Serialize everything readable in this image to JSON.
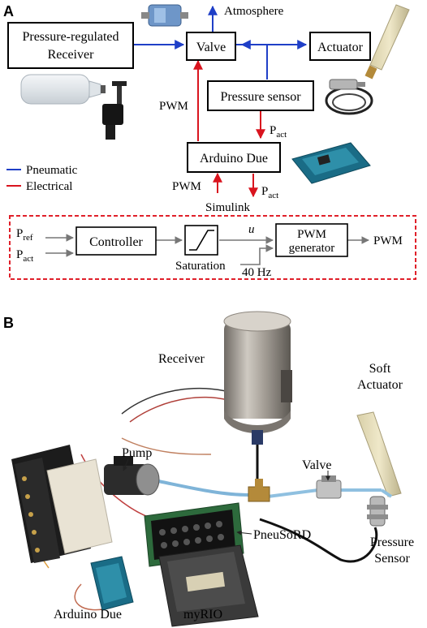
{
  "panel_a": {
    "label": "A",
    "boxes": {
      "receiver_line1": "Pressure-regulated",
      "receiver_line2": "Receiver",
      "valve": "Valve",
      "actuator": "Actuator",
      "pressure_sensor": "Pressure sensor",
      "arduino": "Arduino Due",
      "controller": "Controller",
      "pwm_gen_line1": "PWM",
      "pwm_gen_line2": "generator"
    },
    "labels": {
      "atmosphere": "Atmosphere",
      "pwm_left": "PWM",
      "p_act_top_main": "P",
      "p_act_top_sub": "act",
      "pwm_bottom": "PWM",
      "p_act_bottom_main": "P",
      "p_act_bottom_sub": "act",
      "simulink": "Simulink",
      "p_ref_main": "P",
      "p_ref_sub": "ref",
      "p_act_in_main": "P",
      "p_act_in_sub": "act",
      "saturation": "Saturation",
      "u": "u",
      "frequency": "40 Hz",
      "pwm_out": "PWM"
    },
    "legend": {
      "pneumatic": "Pneumatic",
      "electrical": "Electrical"
    },
    "colors": {
      "pneumatic": "#1f3fc7",
      "electrical": "#d9141e",
      "dashed_border": "#e0202a"
    }
  },
  "panel_b": {
    "label": "B",
    "labels": {
      "receiver": "Receiver",
      "soft_actuator_line1": "Soft",
      "soft_actuator_line2": "Actuator",
      "pump": "Pump",
      "valve": "Valve",
      "pneusord": "PneuSoRD",
      "pressure_sensor_line1": "Pressure",
      "pressure_sensor_line2": "Sensor",
      "arduino_due": "Arduino Due",
      "myrio": "myRIO"
    }
  }
}
